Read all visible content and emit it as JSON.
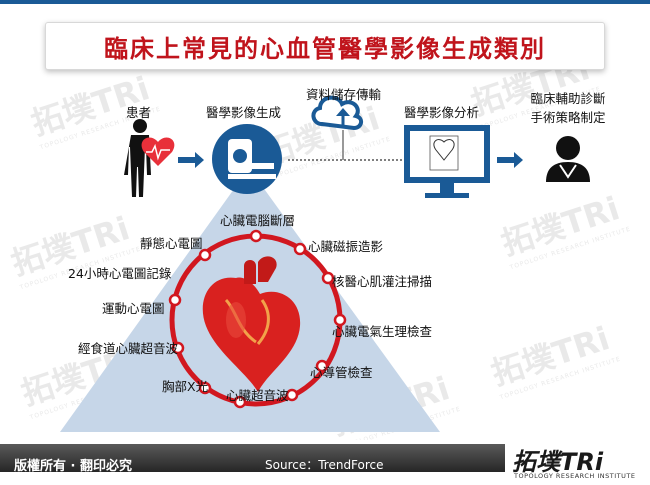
{
  "title": "臨床上常見的心血管醫學影像生成類別",
  "watermark": {
    "brand": "拓墣TRi",
    "tagline": "TOPOLOGY RESEARCH INSTITUTE"
  },
  "flow": {
    "patient": "患者",
    "imaging": "醫學影像生成",
    "storage": "資料儲存傳輸",
    "analysis": "醫學影像分析",
    "decision_line1": "臨床輔助診斷",
    "decision_line2": "手術策略制定"
  },
  "modalities": [
    "心臟電腦斷層",
    "心臟磁振造影",
    "核醫心肌灌注掃描",
    "心臟電氣生理檢查",
    "心導管檢查",
    "心臟超音波",
    "胸部X光",
    "經食道心臟超音波",
    "運動心電圖",
    "24小時心電圖記錄",
    "靜態心電圖"
  ],
  "footer": {
    "copyright": "版權所有 · 翻印必究",
    "source": "Source：TrendForce",
    "logo": "拓墣TRi",
    "logo_sub": "TOPOLOGY RESEARCH INSTITUTE"
  },
  "colors": {
    "title_red": "#c0141c",
    "accent_blue": "#1a5a96",
    "ring_red": "#d1171f",
    "triangle_blue": "#c6d6e8",
    "dark_footer": "#333333"
  },
  "icons": [
    "person-icon",
    "heart-pulse-icon",
    "ct-scanner-icon",
    "cloud-upload-icon",
    "monitor-heart-icon",
    "doctor-icon",
    "anatomical-heart-icon"
  ]
}
